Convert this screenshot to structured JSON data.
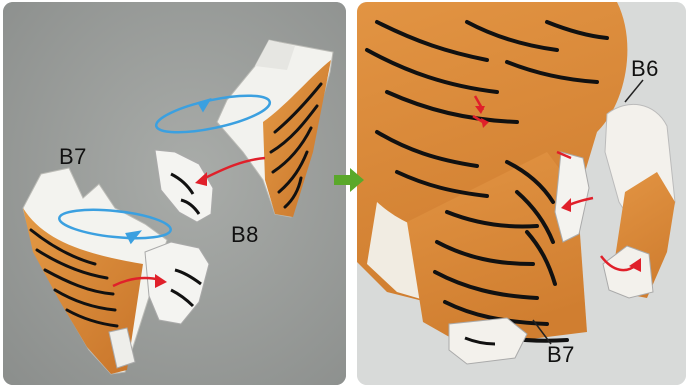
{
  "labels": {
    "left_b7": "B7",
    "left_b8": "B8",
    "right_b6": "B6",
    "right_b7": "B7"
  },
  "colors": {
    "left_background": "#9a9d9b",
    "right_background": "#d8dad9",
    "tiger_orange": "#dd8a36",
    "stripe_black": "#111111",
    "rotation_arrow_blue": "#3ba0e0",
    "insert_arrow_red": "#e0202a",
    "next_step_arrow_green": "#5aa82a"
  },
  "icons": {
    "transition": "green-arrow-right-icon",
    "rotate": "blue-rotation-ellipse-icon",
    "insert": "red-curved-arrow-icon"
  }
}
